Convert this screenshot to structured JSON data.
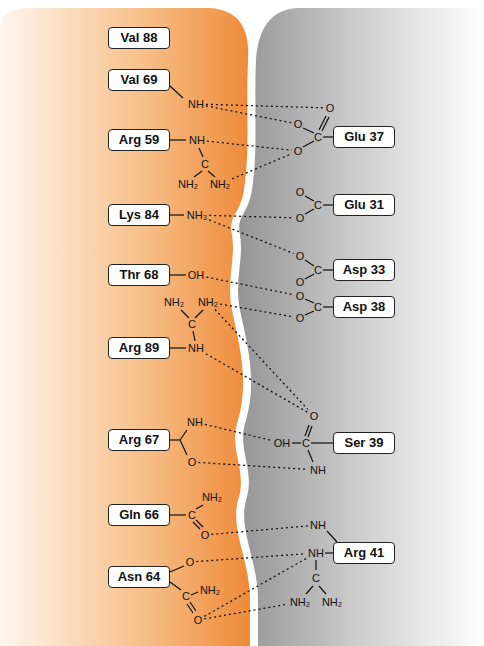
{
  "diagram": {
    "nodes": [
      {
        "text": [
          "Val 88"
        ]
      },
      {
        "text": [
          "Val 69"
        ]
      },
      {
        "text": [
          "Arg 59"
        ]
      },
      {
        "text": [
          "Glu 37"
        ]
      },
      {
        "text": [
          "Glu 31"
        ]
      },
      {
        "text": [
          "Lys 84"
        ]
      },
      {
        "text": [
          "Asp 33"
        ]
      },
      {
        "text": [
          "Thr 68"
        ]
      },
      {
        "text": [
          "Asp 38"
        ]
      },
      {
        "text": [
          "Arg 89"
        ]
      },
      {
        "text": [
          "Arg 67"
        ]
      },
      {
        "text": [
          "Ser 39"
        ]
      },
      {
        "text": [
          "Gln 66"
        ]
      },
      {
        "text": [
          "Arg 41"
        ]
      },
      {
        "text": [
          "Asn 64"
        ]
      }
    ],
    "edges": [
      {
        "from": 1,
        "to": 3,
        "arrow": "none"
      },
      {
        "from": 1,
        "to": 3,
        "arrow": "none"
      },
      {
        "from": 2,
        "to": 3,
        "arrow": "none"
      },
      {
        "from": 2,
        "to": 3,
        "arrow": "none"
      },
      {
        "from": 5,
        "to": 4,
        "arrow": "none"
      },
      {
        "from": 5,
        "to": 6,
        "arrow": "none"
      },
      {
        "from": 7,
        "to": 8,
        "arrow": "none"
      },
      {
        "from": 9,
        "to": 8,
        "arrow": "none"
      },
      {
        "from": 9,
        "to": 11,
        "arrow": "none"
      },
      {
        "from": 9,
        "to": 11,
        "arrow": "none"
      },
      {
        "from": 10,
        "to": 11,
        "arrow": "none"
      },
      {
        "from": 10,
        "to": 11,
        "arrow": "none"
      },
      {
        "from": 12,
        "to": 13,
        "arrow": "none"
      },
      {
        "from": 14,
        "to": 13,
        "arrow": "none"
      },
      {
        "from": 14,
        "to": 13,
        "arrow": "none"
      },
      {
        "from": 14,
        "to": 13,
        "arrow": "none"
      }
    ],
    "labels": [
      "NH",
      "NH",
      "C",
      "NH₂",
      "NH₂",
      "NH₃",
      "OH",
      "NH₂",
      "NH₂",
      "C",
      "NH",
      "NH",
      "O",
      "NH₂",
      "C",
      "O",
      "O",
      "C",
      "NH₂",
      "O",
      "O",
      "O",
      "C",
      "O",
      "O",
      "C",
      "O",
      "O",
      "C",
      "O",
      "O",
      "C",
      "O",
      "O",
      "OH",
      "C",
      "NH",
      "NH",
      "NH",
      "C",
      "NH₂",
      "NH₂"
    ]
  }
}
